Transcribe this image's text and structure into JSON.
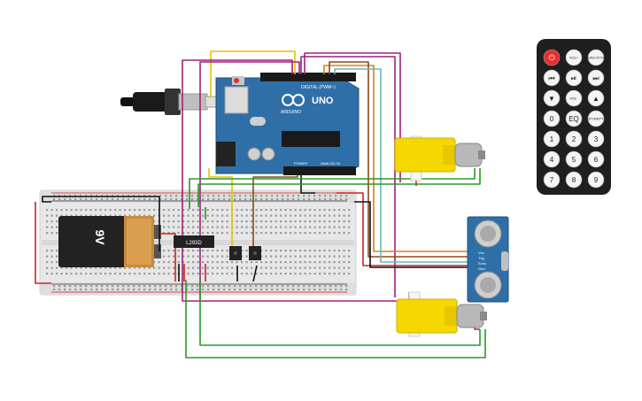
{
  "battery": {
    "label": "9V"
  },
  "arduino": {
    "brand": "UNO",
    "sub": "ARDUINO",
    "digital_label": "DIGITAL (PWM~)",
    "power_label": "POWER",
    "analog_label": "ANALOG IN"
  },
  "driver_ic": {
    "label": "L293D"
  },
  "sensor": {
    "pins": [
      "Vcc",
      "Trig",
      "Echo",
      "Gnd"
    ]
  },
  "remote": {
    "keys": [
      [
        "power",
        "VOL+",
        "FUNC/STOP"
      ],
      [
        "prev",
        "play",
        "next"
      ],
      [
        "down",
        "VOL-",
        "up"
      ],
      [
        "0",
        "EQ",
        "ST/REPT"
      ],
      [
        "1",
        "2",
        "3"
      ],
      [
        "4",
        "5",
        "6"
      ],
      [
        "7",
        "8",
        "9"
      ]
    ]
  },
  "colors": {
    "arduino_board": "#2f6fa8",
    "motor_yellow": "#f5d800",
    "remote_body": "#1f1f1f",
    "wire_yellow": "#e6c200",
    "wire_purple": "#a0207a",
    "wire_red": "#d32020",
    "wire_green": "#2a9a2a",
    "wire_black": "#111111",
    "wire_orange": "#d4801a",
    "wire_brown": "#8a4a1a",
    "wire_teal": "#6ab7b7"
  }
}
